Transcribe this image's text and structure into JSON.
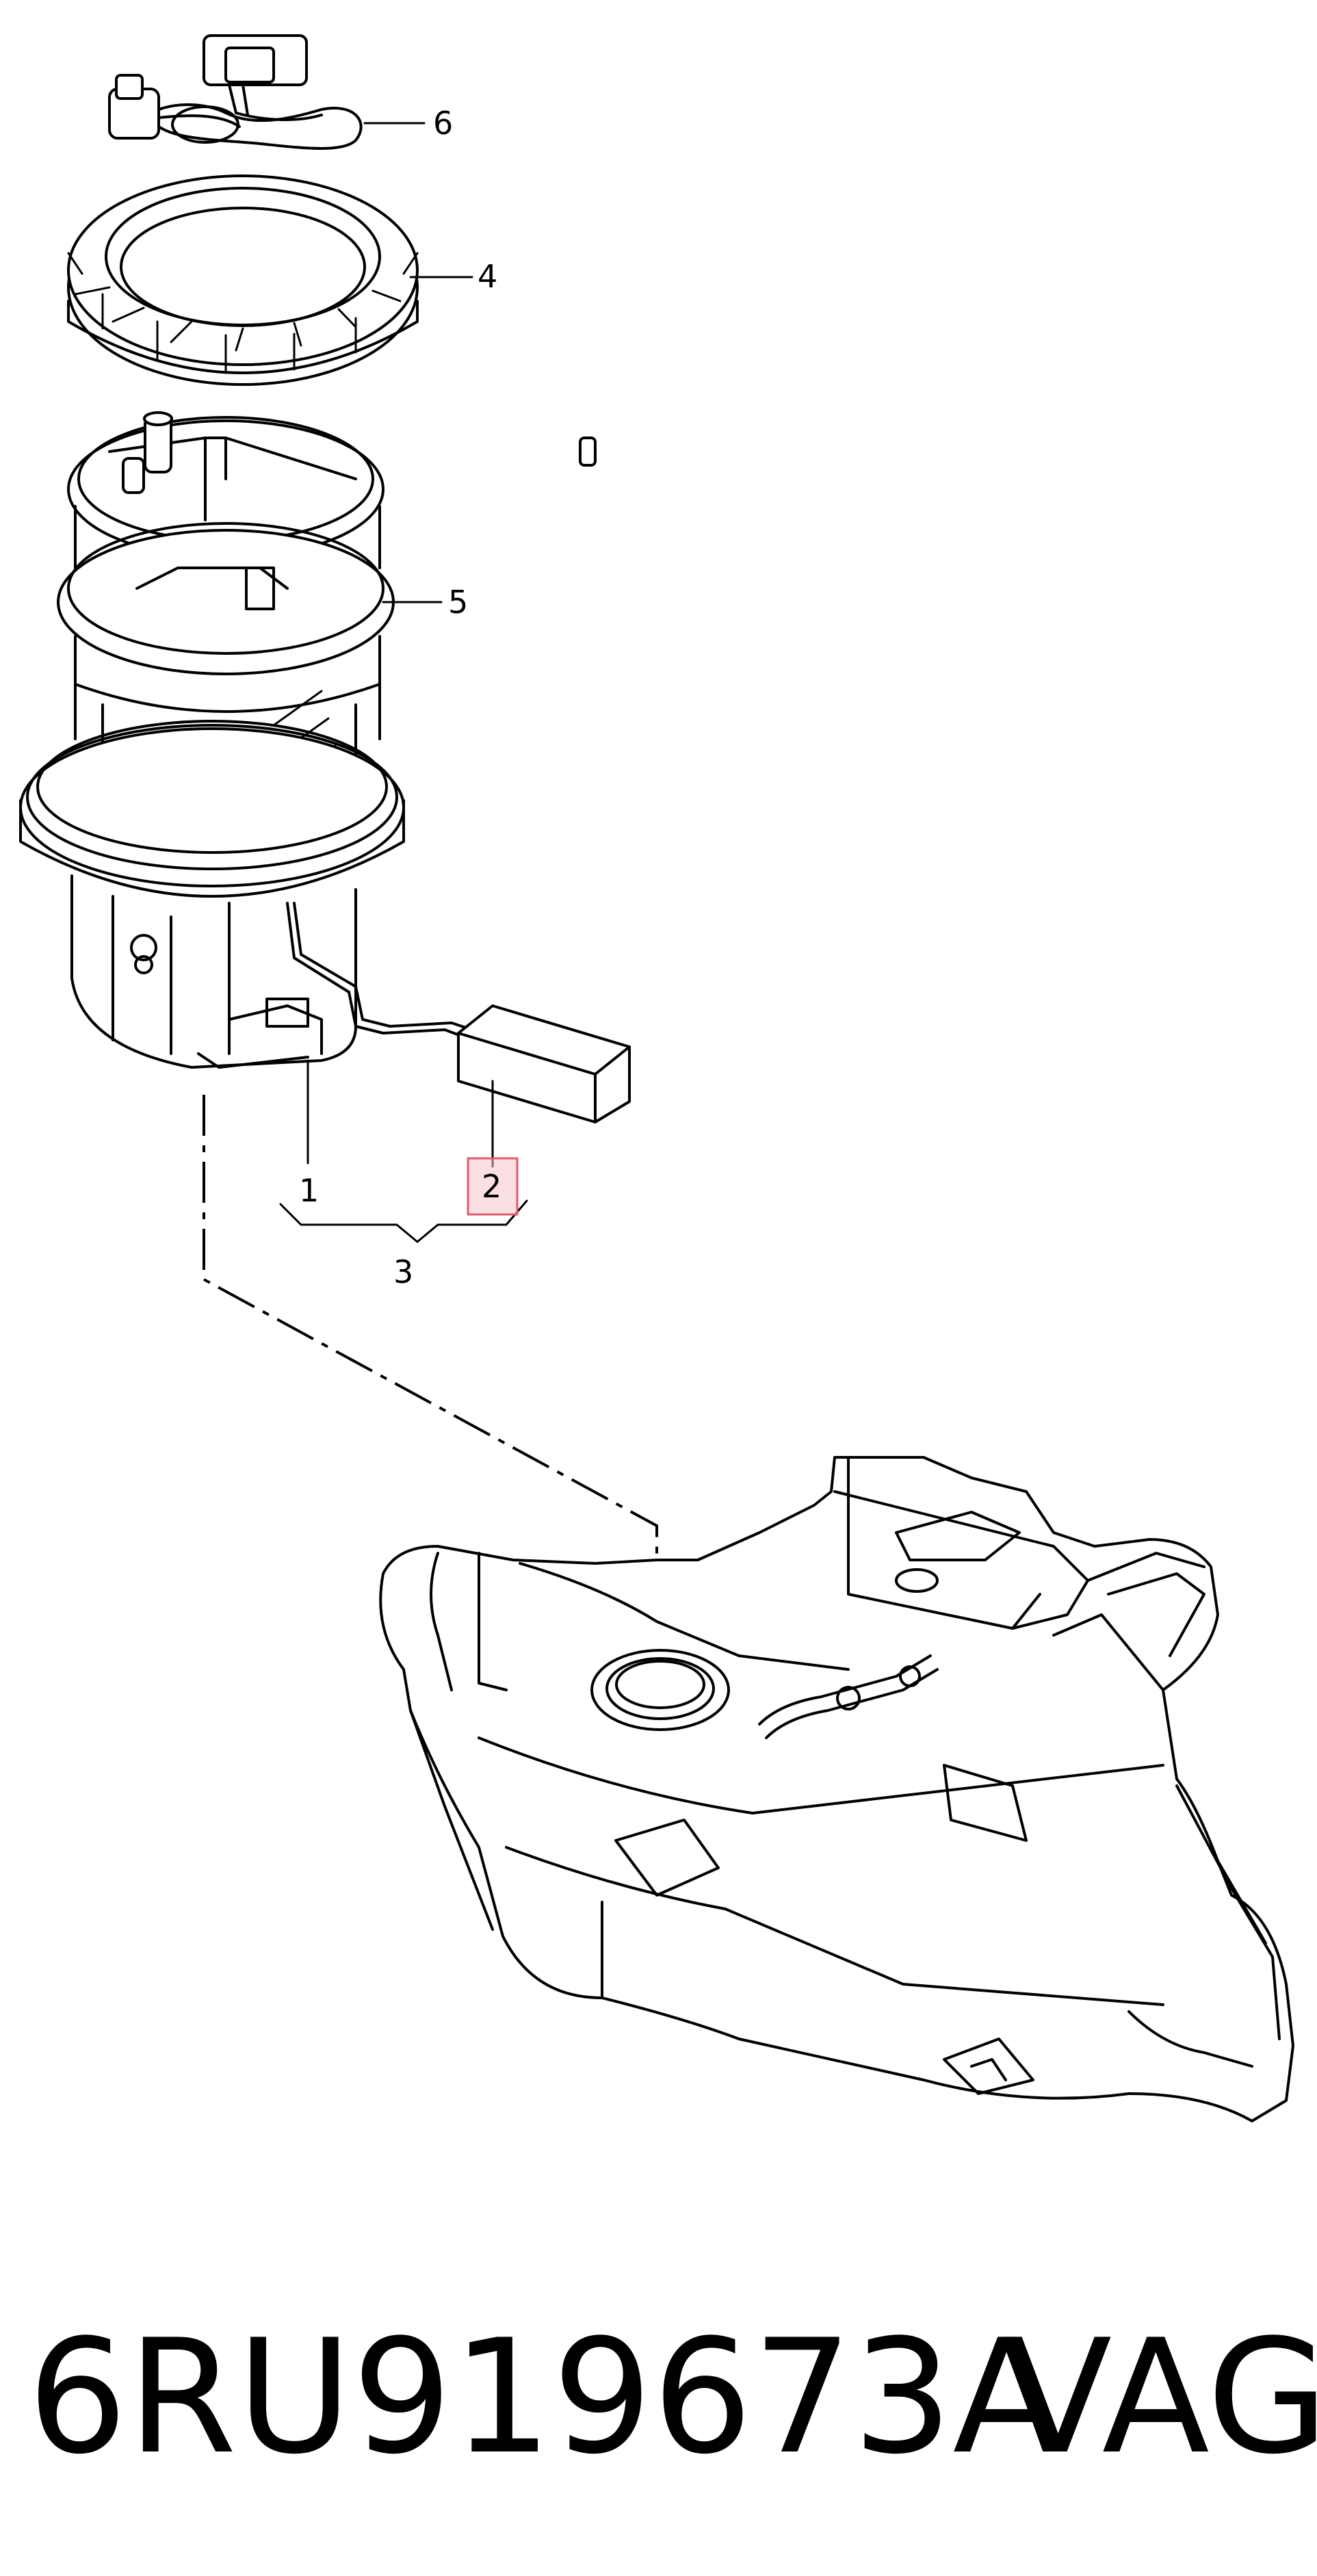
{
  "diagram": {
    "callouts": {
      "c1": "1",
      "c2": "2",
      "c3": "3",
      "c4": "4",
      "c5": "5",
      "c6": "6"
    },
    "highlighted_callout": "2",
    "highlight_color": "#f6c7cc"
  },
  "footer": {
    "part_number": "6RU919673A",
    "brand": "VAG"
  }
}
